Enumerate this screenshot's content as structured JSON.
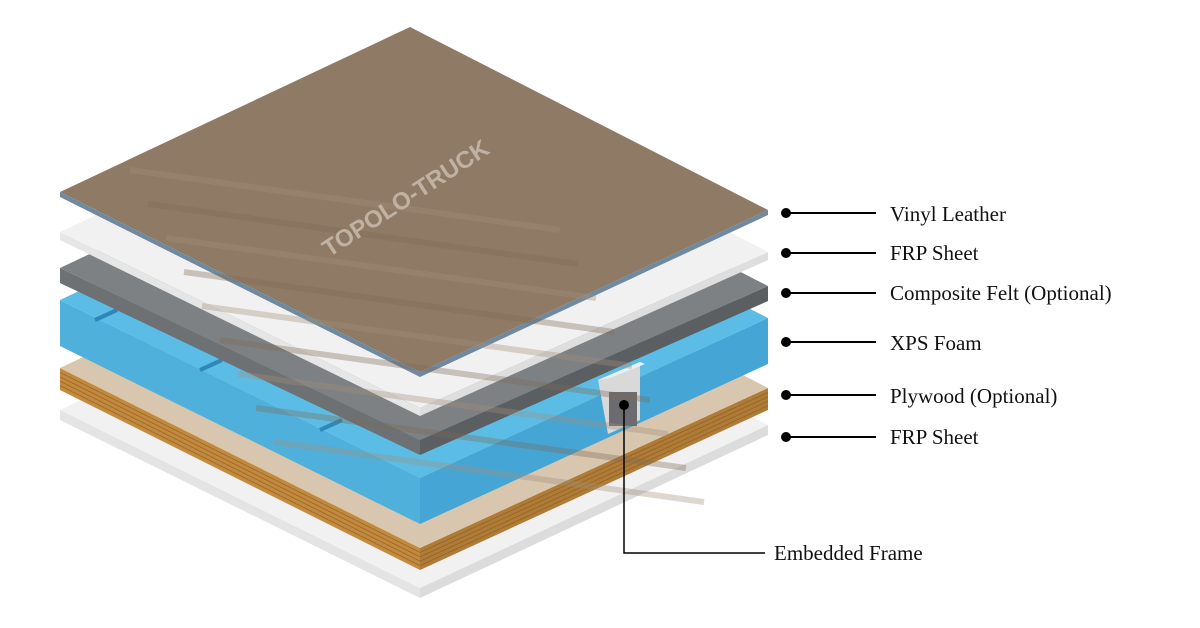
{
  "watermark": "TOPOLO-TRUCK",
  "layers": [
    {
      "label": "Vinyl Leather"
    },
    {
      "label": "FRP Sheet"
    },
    {
      "label": "Composite Felt (Optional)"
    },
    {
      "label": "XPS Foam"
    },
    {
      "label": "Plywood (Optional)"
    },
    {
      "label": "FRP Sheet"
    }
  ],
  "frame_label": "Embedded Frame",
  "colors": {
    "vinyl": "#8f7a66",
    "frp": "#f1f1f1",
    "felt": "#6d7173",
    "xps": "#4fb0dc",
    "plywood": "#d8c6ae",
    "plywood_edge": "#c28a3e",
    "frame": "#d9d9d9"
  }
}
